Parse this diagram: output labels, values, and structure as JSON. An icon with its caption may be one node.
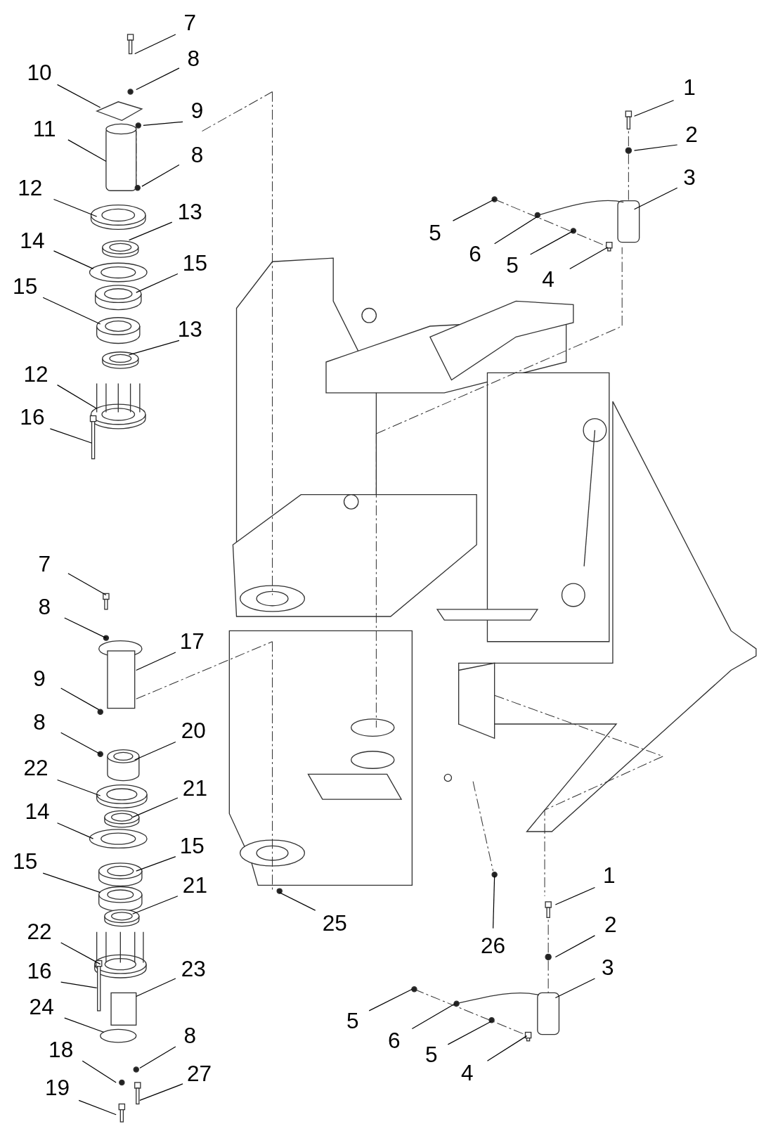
{
  "diagram": {
    "nodes": [
      {
        "text": [
          "7"
        ]
      },
      {
        "text": [
          "8"
        ]
      },
      {
        "text": [
          "10"
        ]
      },
      {
        "text": [
          "11"
        ]
      },
      {
        "text": [
          "9"
        ]
      },
      {
        "text": [
          "8"
        ]
      },
      {
        "text": [
          "12"
        ]
      },
      {
        "text": [
          "13"
        ]
      },
      {
        "text": [
          "14"
        ]
      },
      {
        "text": [
          "15"
        ]
      },
      {
        "text": [
          "15"
        ]
      },
      {
        "text": [
          "13"
        ]
      },
      {
        "text": [
          "12"
        ]
      },
      {
        "text": [
          "16"
        ]
      },
      {
        "text": [
          "1"
        ]
      },
      {
        "text": [
          "2"
        ]
      },
      {
        "text": [
          "3"
        ]
      },
      {
        "text": [
          "5"
        ]
      },
      {
        "text": [
          "6"
        ]
      },
      {
        "text": [
          "5"
        ]
      },
      {
        "text": [
          "4"
        ]
      },
      {
        "text": [
          "7"
        ]
      },
      {
        "text": [
          "8"
        ]
      },
      {
        "text": [
          "17"
        ]
      },
      {
        "text": [
          "9"
        ]
      },
      {
        "text": [
          "8"
        ]
      },
      {
        "text": [
          "20"
        ]
      },
      {
        "text": [
          "22"
        ]
      },
      {
        "text": [
          "21"
        ]
      },
      {
        "text": [
          "14"
        ]
      },
      {
        "text": [
          "15"
        ]
      },
      {
        "text": [
          "15"
        ]
      },
      {
        "text": [
          "21"
        ]
      },
      {
        "text": [
          "22"
        ]
      },
      {
        "text": [
          "23"
        ]
      },
      {
        "text": [
          "16"
        ]
      },
      {
        "text": [
          "24"
        ]
      },
      {
        "text": [
          "8"
        ]
      },
      {
        "text": [
          "18"
        ]
      },
      {
        "text": [
          "27"
        ]
      },
      {
        "text": [
          "19"
        ]
      },
      {
        "text": [
          "25"
        ]
      },
      {
        "text": [
          "26"
        ]
      },
      {
        "text": [
          "1"
        ]
      },
      {
        "text": [
          "2"
        ]
      },
      {
        "text": [
          "3"
        ]
      },
      {
        "text": [
          "5"
        ]
      },
      {
        "text": [
          "6"
        ]
      },
      {
        "text": [
          "5"
        ]
      },
      {
        "text": [
          "4"
        ]
      }
    ],
    "edges": [
      {
        "from": 0,
        "to": null,
        "arrow": "none"
      },
      {
        "from": 1,
        "to": null,
        "arrow": "none"
      },
      {
        "from": 2,
        "to": null,
        "arrow": "none"
      },
      {
        "from": 3,
        "to": null,
        "arrow": "none"
      },
      {
        "from": 4,
        "to": null,
        "arrow": "none"
      },
      {
        "from": 5,
        "to": null,
        "arrow": "none"
      },
      {
        "from": 6,
        "to": null,
        "arrow": "none"
      },
      {
        "from": 7,
        "to": null,
        "arrow": "none"
      },
      {
        "from": 8,
        "to": null,
        "arrow": "none"
      },
      {
        "from": 9,
        "to": null,
        "arrow": "none"
      },
      {
        "from": 10,
        "to": null,
        "arrow": "none"
      },
      {
        "from": 11,
        "to": null,
        "arrow": "none"
      },
      {
        "from": 12,
        "to": null,
        "arrow": "none"
      },
      {
        "from": 13,
        "to": null,
        "arrow": "none"
      },
      {
        "from": 14,
        "to": null,
        "arrow": "none"
      },
      {
        "from": 15,
        "to": null,
        "arrow": "none"
      },
      {
        "from": 16,
        "to": null,
        "arrow": "none"
      },
      {
        "from": 17,
        "to": null,
        "arrow": "none"
      },
      {
        "from": 18,
        "to": null,
        "arrow": "none"
      },
      {
        "from": 19,
        "to": null,
        "arrow": "none"
      },
      {
        "from": 20,
        "to": null,
        "arrow": "none"
      },
      {
        "from": 21,
        "to": null,
        "arrow": "none"
      },
      {
        "from": 22,
        "to": null,
        "arrow": "none"
      },
      {
        "from": 23,
        "to": null,
        "arrow": "none"
      },
      {
        "from": 24,
        "to": null,
        "arrow": "none"
      },
      {
        "from": 25,
        "to": null,
        "arrow": "none"
      },
      {
        "from": 26,
        "to": null,
        "arrow": "none"
      },
      {
        "from": 27,
        "to": null,
        "arrow": "none"
      },
      {
        "from": 28,
        "to": null,
        "arrow": "none"
      },
      {
        "from": 29,
        "to": null,
        "arrow": "none"
      },
      {
        "from": 30,
        "to": null,
        "arrow": "none"
      },
      {
        "from": 31,
        "to": null,
        "arrow": "none"
      },
      {
        "from": 32,
        "to": null,
        "arrow": "none"
      },
      {
        "from": 33,
        "to": null,
        "arrow": "none"
      },
      {
        "from": 34,
        "to": null,
        "arrow": "none"
      },
      {
        "from": 35,
        "to": null,
        "arrow": "none"
      },
      {
        "from": 36,
        "to": null,
        "arrow": "none"
      },
      {
        "from": 37,
        "to": null,
        "arrow": "none"
      },
      {
        "from": 38,
        "to": null,
        "arrow": "none"
      },
      {
        "from": 39,
        "to": null,
        "arrow": "none"
      },
      {
        "from": 40,
        "to": null,
        "arrow": "none"
      },
      {
        "from": 41,
        "to": null,
        "arrow": "none"
      },
      {
        "from": 42,
        "to": null,
        "arrow": "none"
      },
      {
        "from": 43,
        "to": null,
        "arrow": "none"
      },
      {
        "from": 44,
        "to": null,
        "arrow": "none"
      },
      {
        "from": 45,
        "to": null,
        "arrow": "none"
      },
      {
        "from": 46,
        "to": null,
        "arrow": "none"
      },
      {
        "from": 47,
        "to": null,
        "arrow": "none"
      },
      {
        "from": 48,
        "to": null,
        "arrow": "none"
      },
      {
        "from": 49,
        "to": null,
        "arrow": "none"
      }
    ]
  }
}
